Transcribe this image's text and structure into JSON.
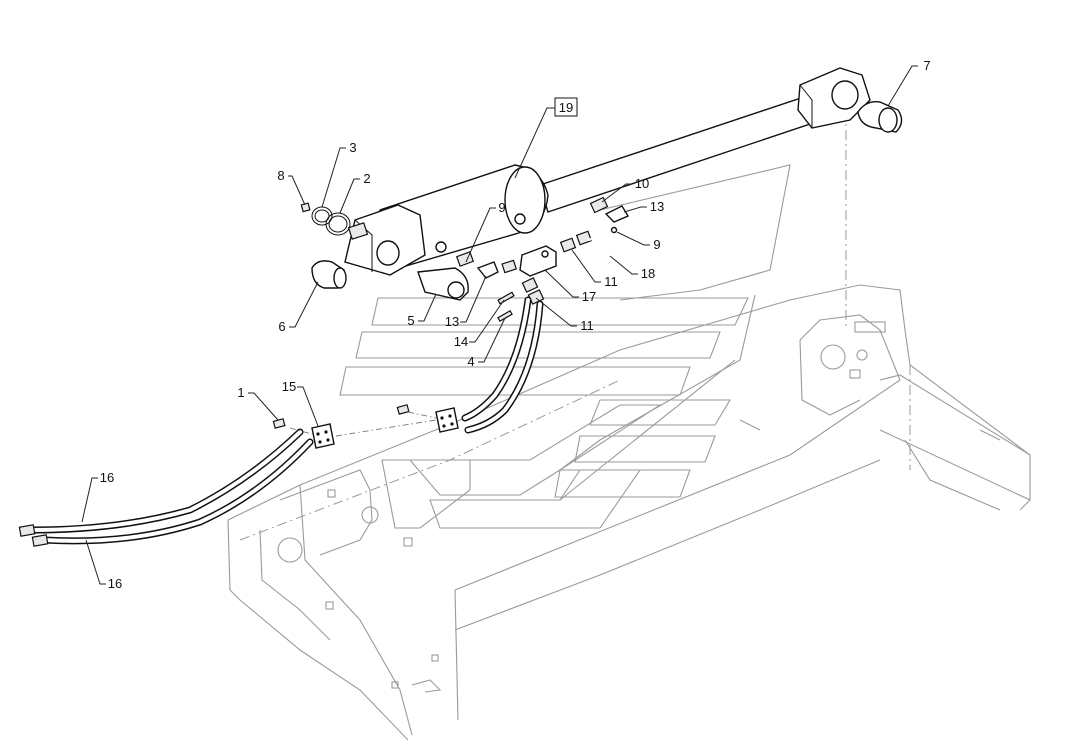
{
  "diagram": {
    "callouts": [
      {
        "id": "c19",
        "label": "19",
        "boxed": true
      },
      {
        "id": "c7",
        "label": "7"
      },
      {
        "id": "c3",
        "label": "3"
      },
      {
        "id": "c2",
        "label": "2"
      },
      {
        "id": "c8",
        "label": "8"
      },
      {
        "id": "c10",
        "label": "10"
      },
      {
        "id": "c9a",
        "label": "9"
      },
      {
        "id": "c13a",
        "label": "13"
      },
      {
        "id": "c9b",
        "label": "9"
      },
      {
        "id": "c18",
        "label": "18"
      },
      {
        "id": "c11a",
        "label": "11"
      },
      {
        "id": "c17",
        "label": "17"
      },
      {
        "id": "c11b",
        "label": "11"
      },
      {
        "id": "c6",
        "label": "6"
      },
      {
        "id": "c5",
        "label": "5"
      },
      {
        "id": "c13b",
        "label": "13"
      },
      {
        "id": "c14",
        "label": "14"
      },
      {
        "id": "c4",
        "label": "4"
      },
      {
        "id": "c1",
        "label": "1"
      },
      {
        "id": "c15",
        "label": "15"
      },
      {
        "id": "c16a",
        "label": "16"
      },
      {
        "id": "c16b",
        "label": "16"
      }
    ]
  }
}
